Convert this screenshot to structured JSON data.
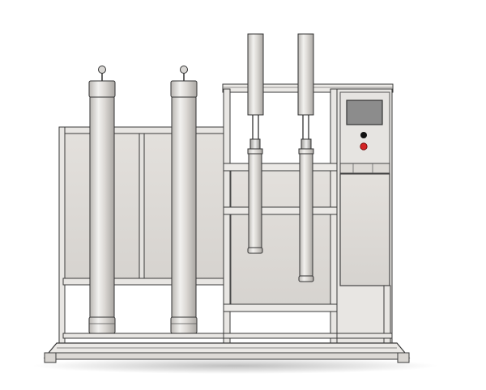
{
  "scene": {
    "subject": "hydraulic-test-rig",
    "colors": {
      "background": "#ffffff",
      "frame": "#e4e2df",
      "frame_edge": "#3a3a3a",
      "panel": "#dedbd7",
      "cylinder_light": "#f2f1ef",
      "cylinder_dark": "#b9b6b2",
      "screen": "#8c8c8c",
      "button_black": "#111111",
      "button_red": "#d42424",
      "shadow": "#9a9a9a"
    },
    "parts": {
      "accumulators": 2,
      "actuators": 2,
      "actuator_housings": 2,
      "control_buttons": [
        "black",
        "red"
      ]
    }
  }
}
